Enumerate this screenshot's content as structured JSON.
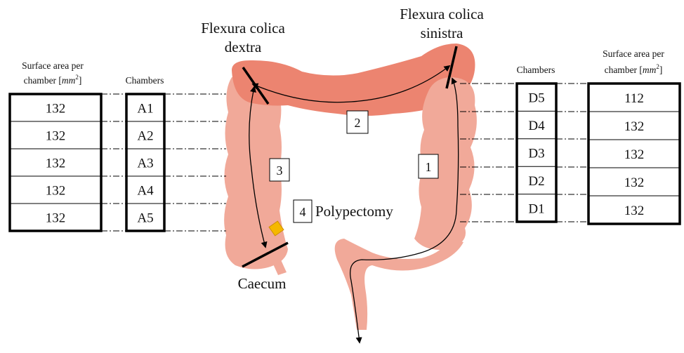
{
  "labels": {
    "flexura_dextra": [
      "Flexura colica",
      "dextra"
    ],
    "flexura_sinistra": [
      "Flexura colica",
      "sinistra"
    ],
    "caecum": "Caecum",
    "polypectomy": "Polypectomy"
  },
  "left_header": {
    "surface_line1": "Surface area per",
    "surface_line2_prefix": "chamber [",
    "surface_unit": "mm",
    "surface_exp": "2",
    "surface_suffix": "]",
    "chambers": "Chambers"
  },
  "right_header": {
    "surface_line1": "Surface area per",
    "surface_line2_prefix": "chamber [",
    "surface_unit": "mm",
    "surface_exp": "2",
    "surface_suffix": "]",
    "chambers": "Chambers"
  },
  "left_chambers": [
    "A1",
    "A2",
    "A3",
    "A4",
    "A5"
  ],
  "left_surface": [
    "132",
    "132",
    "132",
    "132",
    "132"
  ],
  "right_chambers": [
    "D5",
    "D4",
    "D3",
    "D2",
    "D1"
  ],
  "right_surface": [
    "112",
    "132",
    "132",
    "132",
    "132"
  ],
  "segments": [
    "1",
    "2",
    "3",
    "4"
  ],
  "colors": {
    "colon": "#f1a999",
    "transverse": "#ec8470",
    "lesion": "#f5b800",
    "outline": "#000000"
  }
}
